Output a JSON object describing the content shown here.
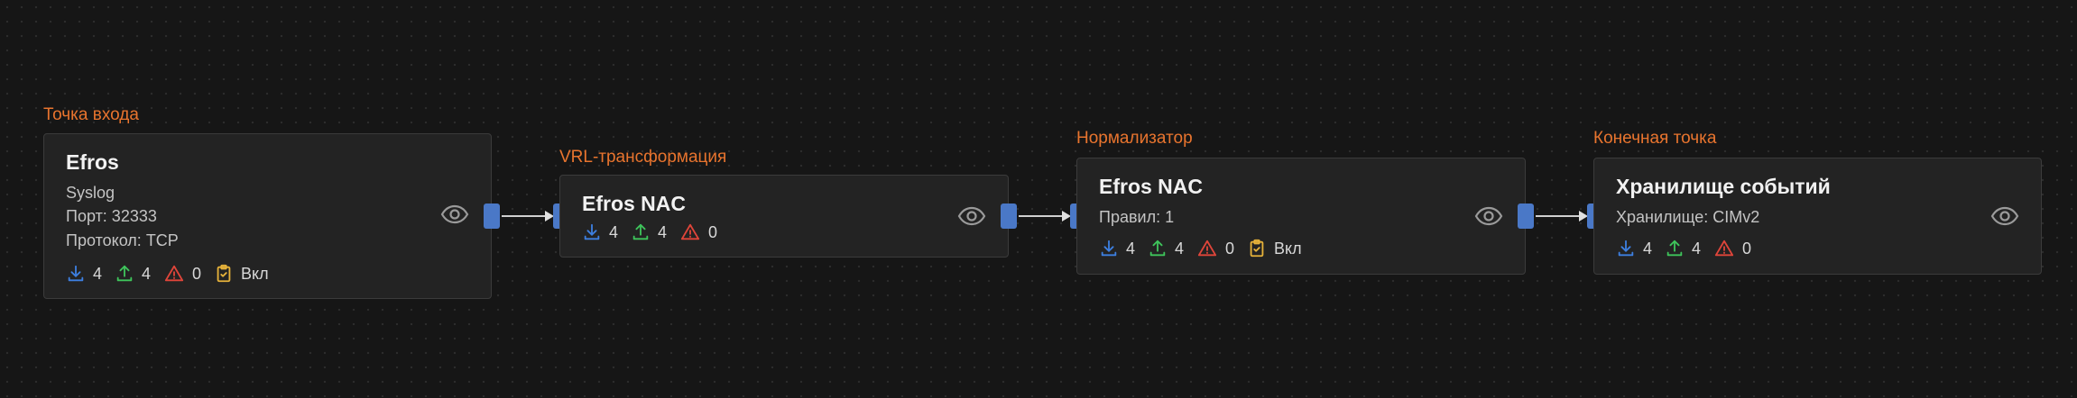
{
  "nodes": [
    {
      "stage": "Точка входа",
      "title": "Efros",
      "lines": [
        "Syslog",
        "Порт: 32333",
        "Протокол: TCP"
      ],
      "stats": {
        "in": "4",
        "out": "4",
        "err": "0",
        "enabled": "Вкл"
      }
    },
    {
      "stage": "VRL-трансформация",
      "title": "Efros NAC",
      "lines": [],
      "stats": {
        "in": "4",
        "out": "4",
        "err": "0"
      }
    },
    {
      "stage": "Нормализатор",
      "title": "Efros NAC",
      "lines": [
        "Правил: 1"
      ],
      "stats": {
        "in": "4",
        "out": "4",
        "err": "0",
        "enabled": "Вкл"
      }
    },
    {
      "stage": "Конечная точка",
      "title": "Хранилище событий",
      "lines": [
        "Хранилище: CIMv2"
      ],
      "stats": {
        "in": "4",
        "out": "4",
        "err": "0"
      }
    }
  ],
  "icons": {
    "in": "download-icon",
    "out": "upload-icon",
    "err": "warning-icon",
    "enabled": "clipboard-check-icon",
    "view": "eye-icon"
  },
  "colors": {
    "stage_label": "#e8742e",
    "port": "#4a78c7",
    "in": "#3d7fe0",
    "out": "#3ec45b",
    "err": "#e0453a",
    "enabled": "#e6b23a"
  }
}
